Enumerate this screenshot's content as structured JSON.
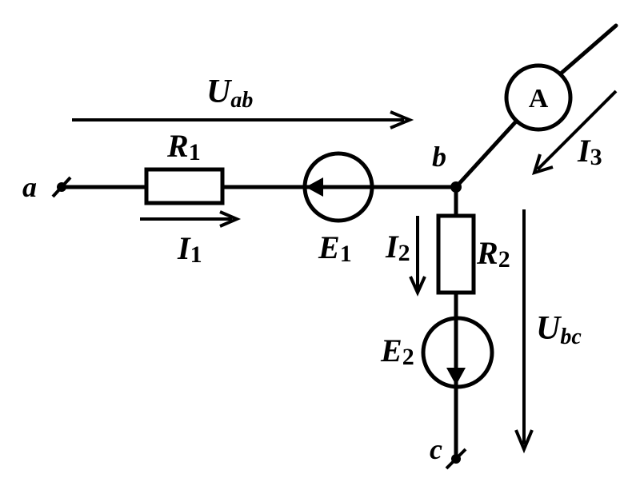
{
  "nodes": {
    "a": "a",
    "b": "b",
    "c": "c"
  },
  "labels": {
    "uab_main": "U",
    "uab_sub": "ab",
    "ubc_main": "U",
    "ubc_sub": "bc",
    "r1_main": "R",
    "r1_sub": "1",
    "r2_main": "R",
    "r2_sub": "2",
    "e1_main": "E",
    "e1_sub": "1",
    "e2_main": "E",
    "e2_sub": "2",
    "i1_main": "I",
    "i1_sub": "1",
    "i2_main": "I",
    "i2_sub": "2",
    "i3_main": "I",
    "i3_sub": "3",
    "ammeter": "A"
  },
  "colors": {
    "stroke": "#000000",
    "background": "#ffffff"
  }
}
